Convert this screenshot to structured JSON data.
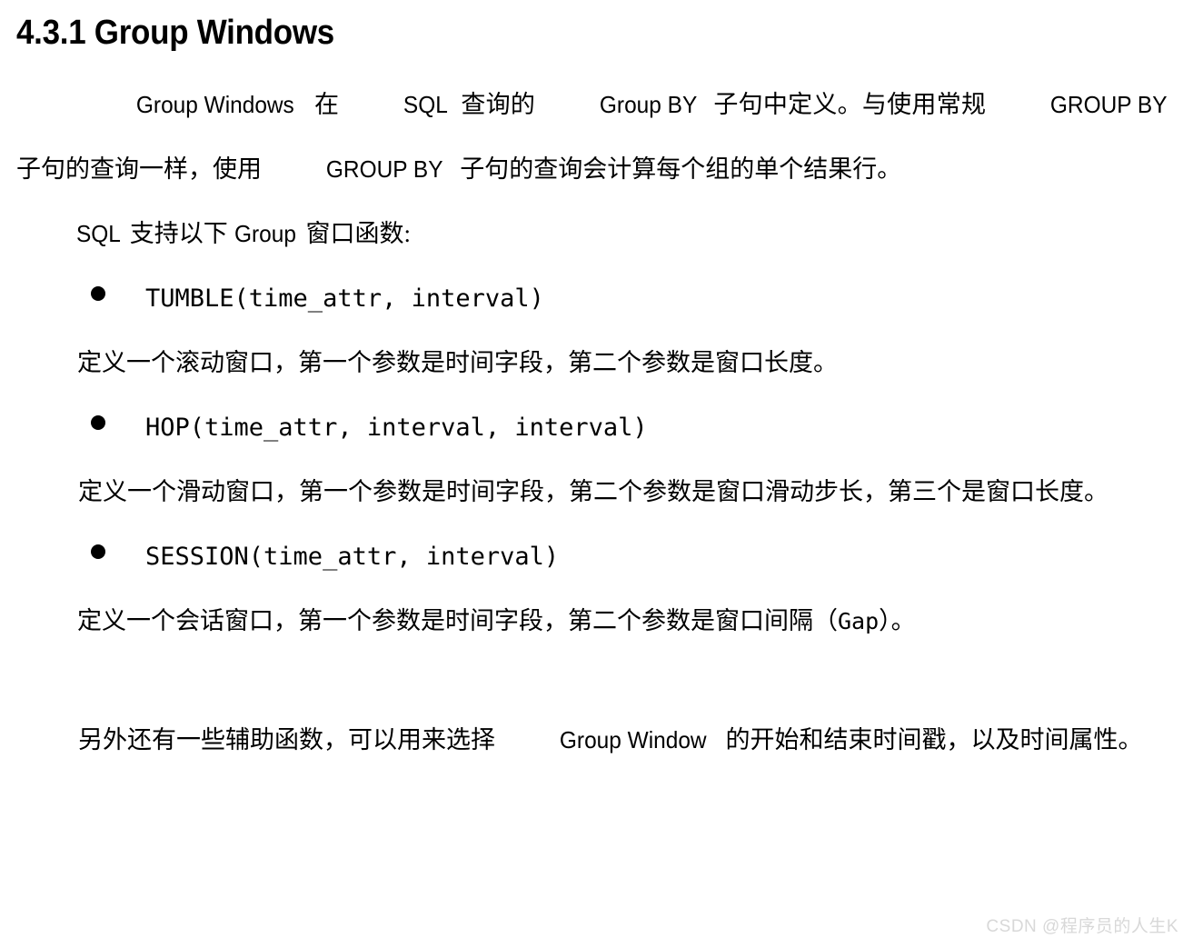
{
  "document": {
    "heading": "4.3.1 Group Windows",
    "paragraphs": {
      "intro_line1_a": "Group Windows",
      "intro_line1_b": "在",
      "intro_line1_c": "SQL",
      "intro_line1_d": "查询的",
      "intro_line1_e": "Group BY",
      "intro_line1_f": "子句中定义。与使用常规",
      "intro_line1_g": "GROUP BY",
      "intro_line1_h": "子句的查询一样，使用",
      "intro_line1_i": "GROUP BY",
      "intro_line1_j": "子句的查询会计算每个组的单个结果行。",
      "supported_a": "SQL",
      "supported_b": "支持以下",
      "supported_c": "Group",
      "supported_d": "窗口函数:",
      "tumble_desc": "定义一个滚动窗口，第一个参数是时间字段，第二个参数是窗口长度。",
      "hop_desc": "定义一个滑动窗口，第一个参数是时间字段，第二个参数是窗口滑动步长，第三个是窗口长度。",
      "session_desc_a": "定义一个会话窗口，第一个参数是时间字段，第二个参数是窗口间隔（",
      "session_desc_gap": "Gap",
      "session_desc_b": "）。",
      "closing_a": "另外还有一些辅助函数，可以用来选择",
      "closing_b": "Group Window",
      "closing_c": "的开始和结束时间戳，以及时间属性。"
    },
    "window_functions": [
      {
        "bullet": "●",
        "signature": "TUMBLE(time_attr, interval)"
      },
      {
        "bullet": "●",
        "signature": "HOP(time_attr, interval, interval)"
      },
      {
        "bullet": "●",
        "signature": "SESSION(time_attr, interval)"
      }
    ],
    "watermark": "CSDN @程序员的人生K",
    "colors": {
      "text": "#000000",
      "background": "#ffffff",
      "watermark": "#d8d8d8"
    }
  }
}
